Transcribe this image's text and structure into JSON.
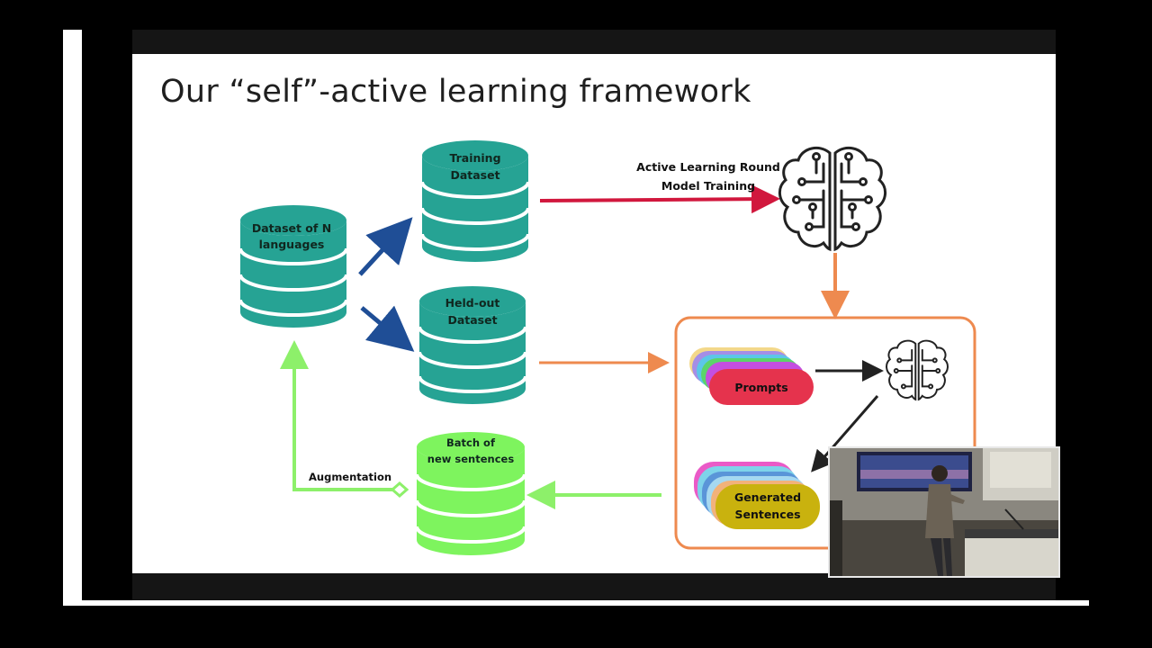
{
  "slide": {
    "title": "Our “self”-active learning framework"
  },
  "diagram": {
    "nodes": {
      "source_dataset": {
        "line1": "Dataset of N",
        "line2": "languages"
      },
      "training_dataset": {
        "line1": "Training",
        "line2": "Dataset"
      },
      "heldout_dataset": {
        "line1": "Held-out",
        "line2": "Dataset"
      },
      "batch_dataset": {
        "line1": "Batch of",
        "line2": "new sentences"
      },
      "prompts": {
        "label": "Prompts"
      },
      "generated": {
        "line1": "Generated",
        "line2": "Sentences"
      }
    },
    "edges": {
      "training_to_model": {
        "line1": "Active Learning Round",
        "line2": "Model Training"
      },
      "augmentation": {
        "label": "Augmentation"
      }
    },
    "icons": [
      "brain-circuit-icon",
      "brain-circuit-icon"
    ],
    "colors": {
      "teal_db": "#26a394",
      "green_db": "#7ef45e",
      "navy_arrow": "#1f4e96",
      "red_arrow": "#d1173d",
      "orange": "#ee8a4f",
      "green_arrow": "#8df06a",
      "prompts_front": "#e5334d",
      "generated_front": "#c9b20e"
    }
  },
  "video_overlay": {
    "type": "presenter-video"
  }
}
